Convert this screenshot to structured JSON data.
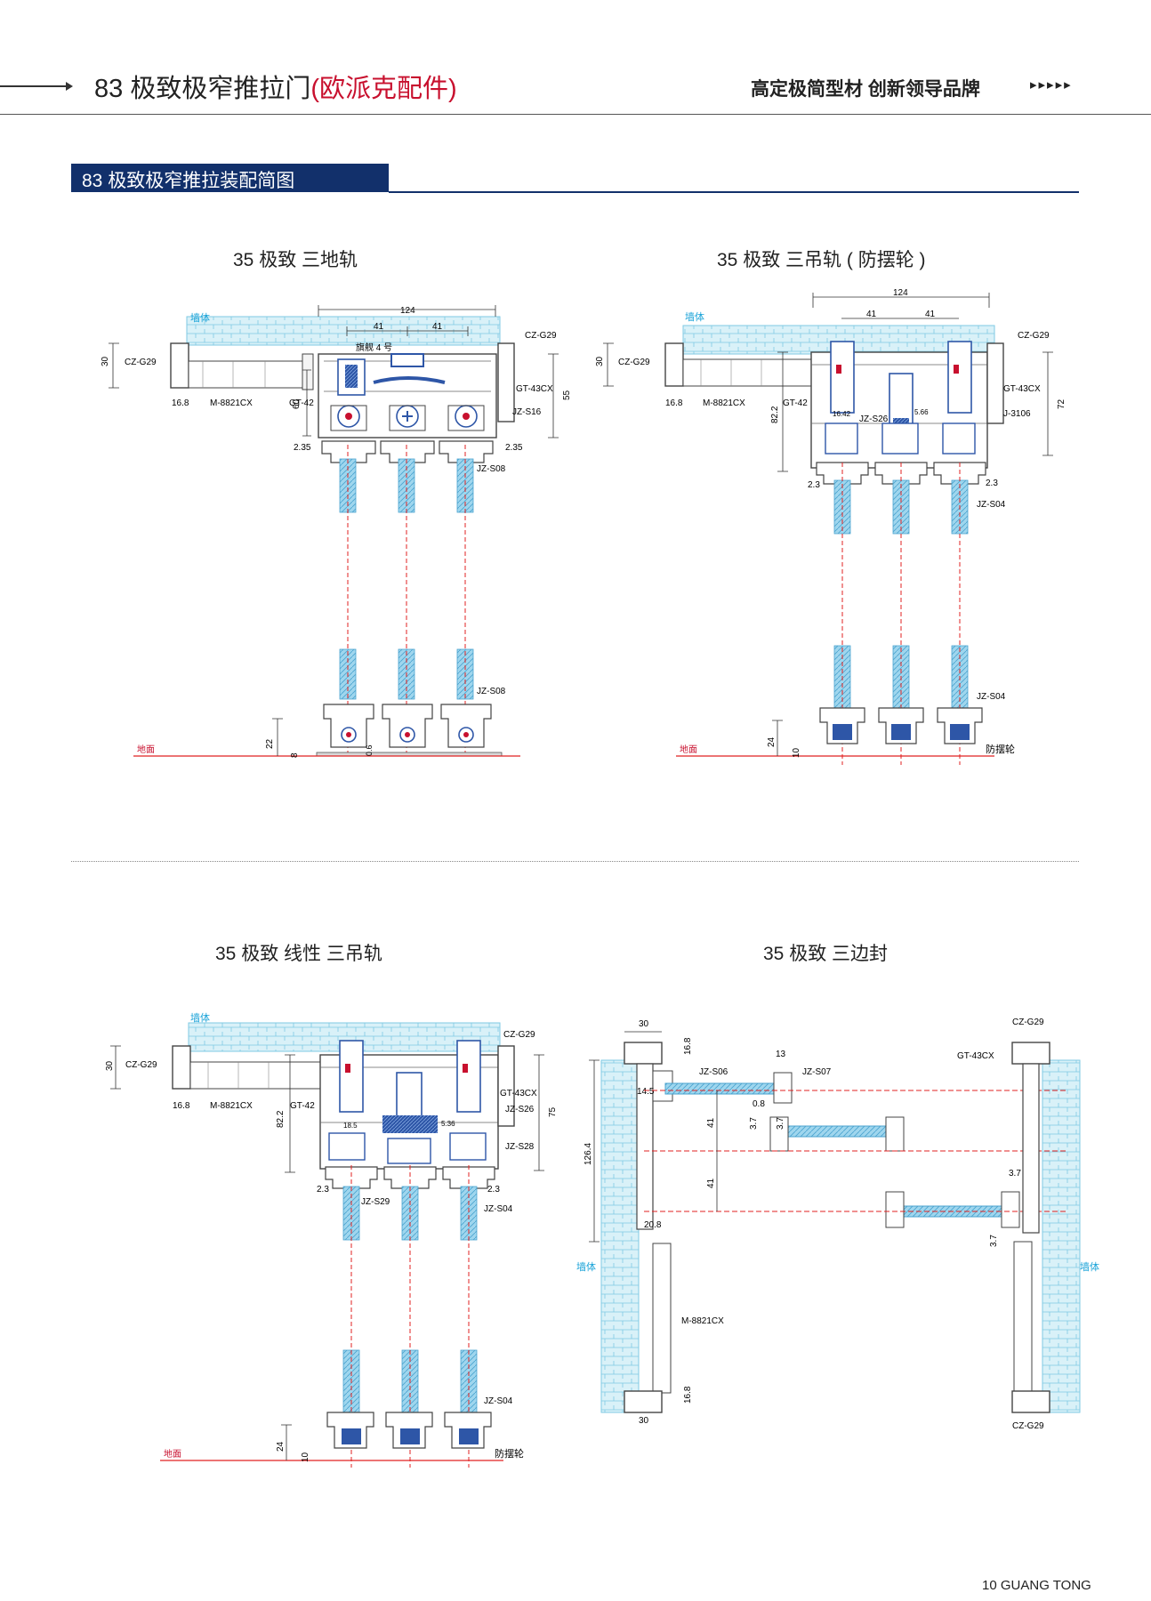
{
  "header": {
    "title_prefix": "83 极致极窄推拉门",
    "title_highlight": "(欧派克配件)",
    "slogan": "高定极简型材  创新领导品牌",
    "arrows": "▸▸▸▸▸"
  },
  "section": {
    "title": "83 极致极窄推拉装配简图"
  },
  "footer": {
    "text": "10  GUANG TONG"
  },
  "colors": {
    "navy": "#12306b",
    "accent_red": "#c8102e",
    "wall": "#d9f1f8",
    "glass": "#6fc0e0"
  },
  "panels": [
    {
      "title": "35 极致 三地轨",
      "labels": {
        "wall": "墙体",
        "floor": "地面",
        "cz": "CZ-G29",
        "m": "M-8821CX",
        "gt42": "GT-42",
        "gt43": "GT-43CX",
        "flag": "旗舰 4 号",
        "p3": "JZ-S16",
        "p4": "JZ-S08",
        "p5": "JZ-S08"
      },
      "dims": {
        "total": "124",
        "w1": "41",
        "w2": "41",
        "h30": "30",
        "d168": "16.8",
        "h60": "60",
        "h55": "55",
        "g1": "2.35",
        "g2": "2.35",
        "f1": "22",
        "f2": "8",
        "f3": "0.6"
      }
    },
    {
      "title": "35 极致 三吊轨 ( 防摆轮 )",
      "labels": {
        "wall": "墙体",
        "floor": "地面",
        "cz": "CZ-G29",
        "m": "M-8821CX",
        "gt42": "GT-42",
        "gt43": "GT-43CX",
        "p1": "J-3106",
        "p2": "JZ-S26",
        "p3": "JZ-S04",
        "p4": "JZ-S04",
        "p5": "防摆轮"
      },
      "dims": {
        "total": "124",
        "w1": "41",
        "w2": "41",
        "h30": "30",
        "d168": "16.8",
        "h822": "82.2",
        "h72": "72",
        "s1": "16.42",
        "s2": "5.66",
        "g1": "2.3",
        "g2": "2.3",
        "f1": "24",
        "f2": "10"
      }
    },
    {
      "title": "35 极致 线性 三吊轨",
      "labels": {
        "wall": "墙体",
        "floor": "地面",
        "cz": "CZ-G29",
        "m": "M-8821CX",
        "gt42": "GT-42",
        "gt43": "GT-43CX",
        "p1": "JZ-S26",
        "p2": "JZ-S28",
        "p3": "JZ-S29",
        "p4": "JZ-S04",
        "p5": "JZ-S04",
        "p6": "防摆轮"
      },
      "dims": {
        "h30": "30",
        "d168": "16.8",
        "h822": "82.2",
        "h75": "75",
        "s1": "18.5",
        "s2": "5.36",
        "g1": "2.3",
        "g2": "2.3",
        "f1": "24",
        "f2": "10"
      }
    },
    {
      "title": "35 极致 三边封",
      "labels": {
        "wall_l": "墙体",
        "wall_r": "墙体",
        "cz_top": "CZ-G29",
        "cz_bot": "CZ-G29",
        "gt43": "GT-43CX",
        "s06": "JZ-S06",
        "s07": "JZ-S07",
        "m": "M-8821CX"
      },
      "dims": {
        "t30": "30",
        "b30": "30",
        "t168": "16.8",
        "b168": "16.8",
        "d13": "13",
        "d145": "14.5",
        "d08": "0.8",
        "d37a": "3.7",
        "d37b": "3.7",
        "d37c": "3.7",
        "d37d": "3.7",
        "d41a": "41",
        "d41b": "41",
        "h1264": "126.4",
        "d208": "20.8"
      }
    }
  ]
}
